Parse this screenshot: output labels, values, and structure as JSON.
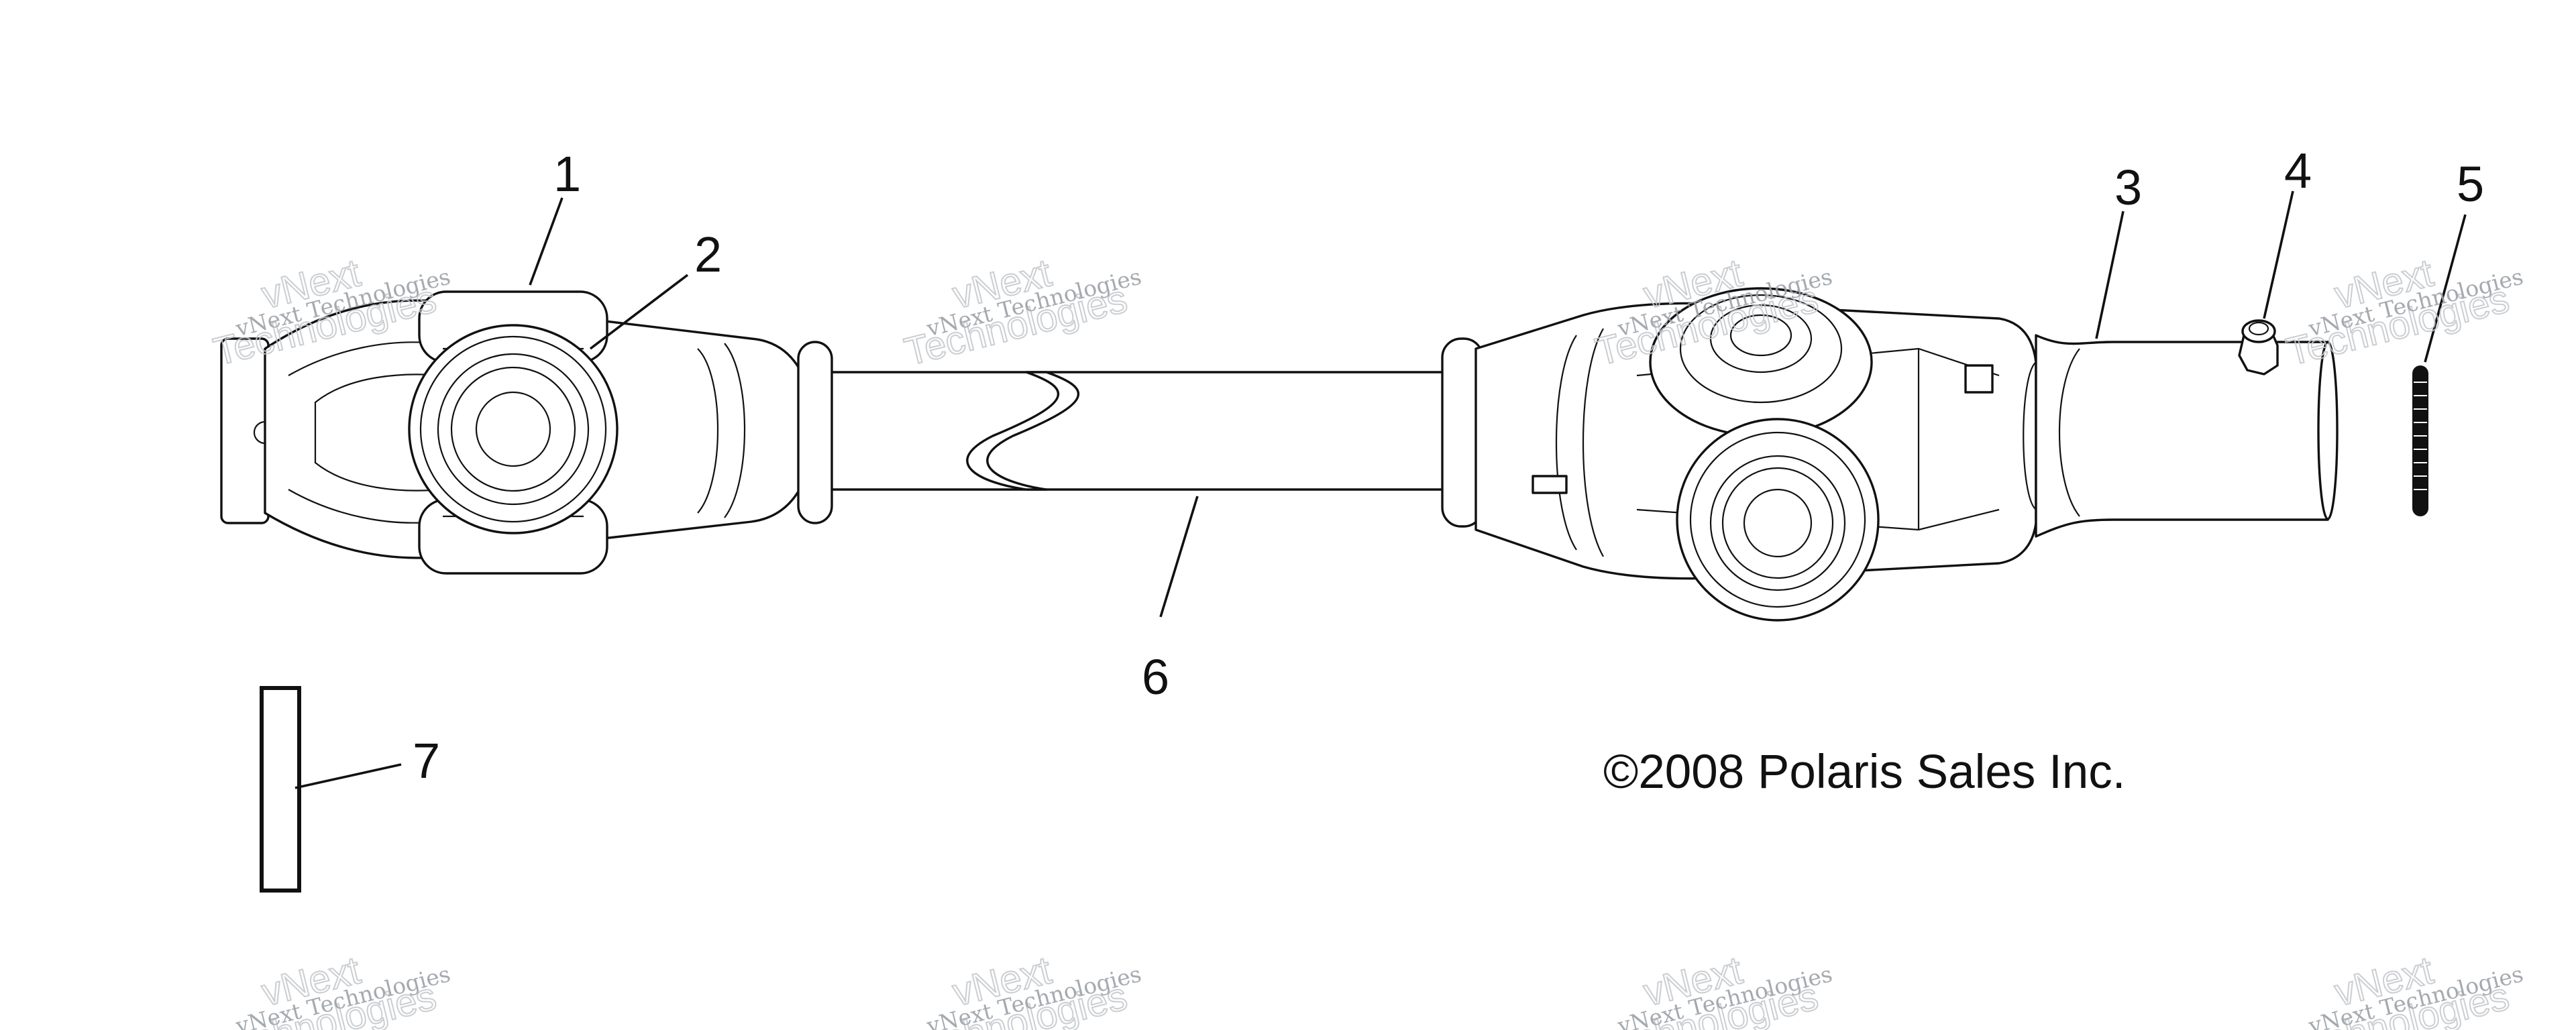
{
  "diagram": {
    "callouts": [
      {
        "id": "1",
        "label": "1"
      },
      {
        "id": "2",
        "label": "2"
      },
      {
        "id": "3",
        "label": "3"
      },
      {
        "id": "4",
        "label": "4"
      },
      {
        "id": "5",
        "label": "5"
      },
      {
        "id": "6",
        "label": "6"
      },
      {
        "id": "7",
        "label": "7"
      }
    ],
    "copyright": "©2008 Polaris Sales Inc.",
    "watermark": {
      "line1": "vNext Technologies",
      "line2": "Technologies",
      "line3": "vNext"
    }
  }
}
